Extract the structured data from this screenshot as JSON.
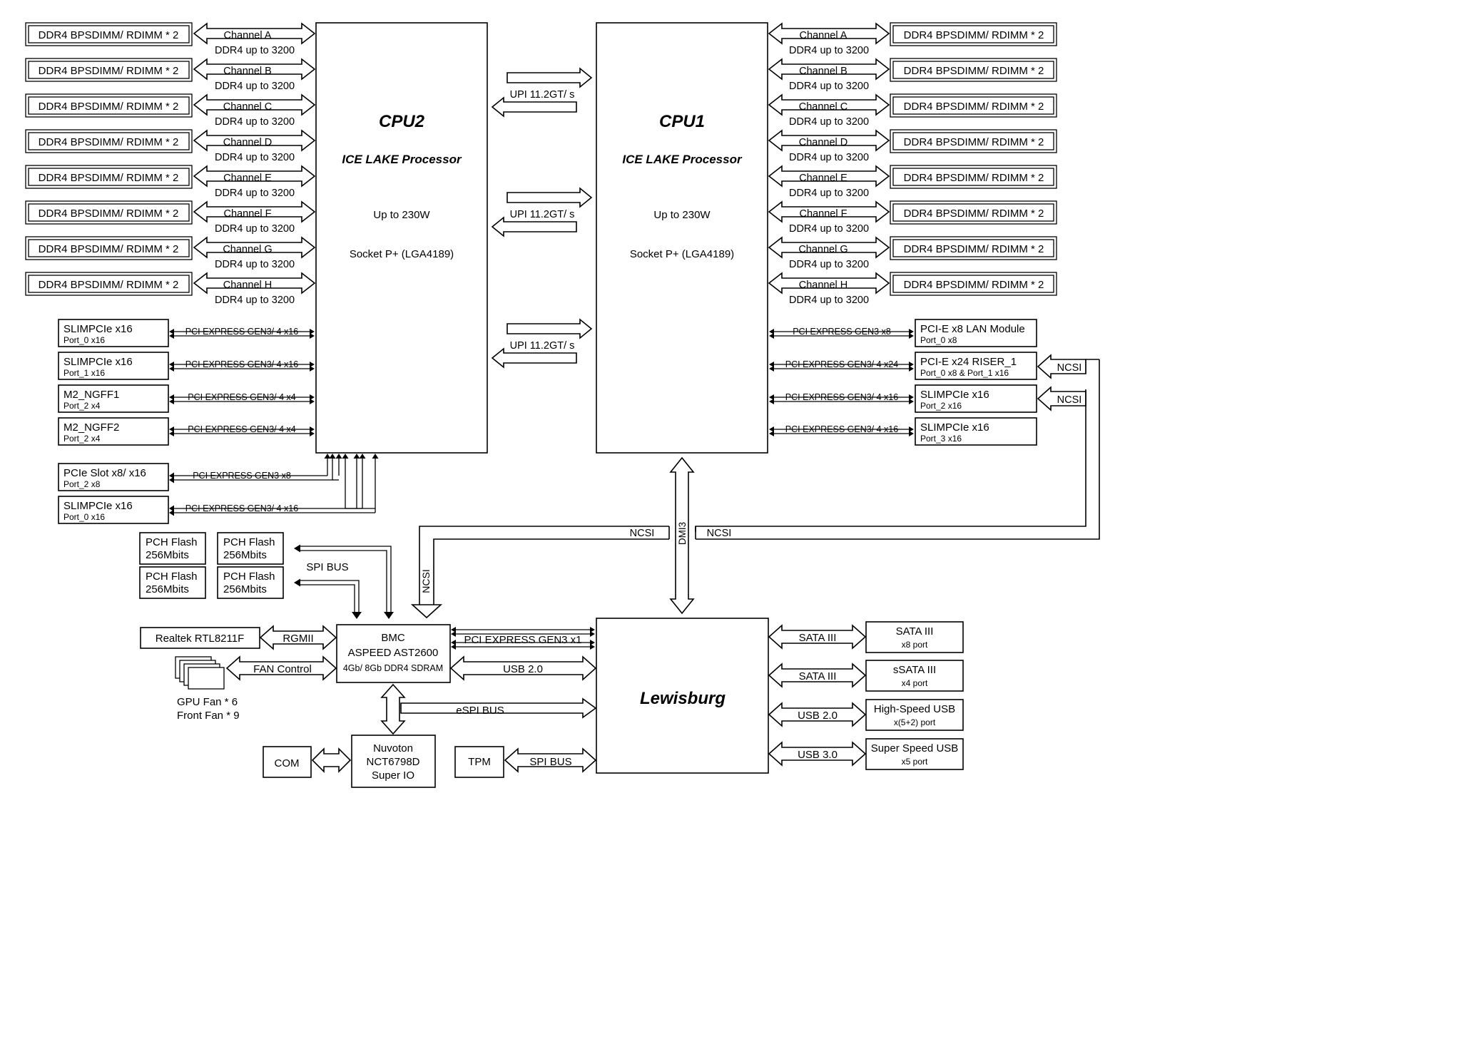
{
  "cpu2": {
    "title": "CPU2",
    "subtitle": "ICE LAKE Processor",
    "power": "Up to 230W",
    "socket": "Socket P+ (LGA4189)",
    "dimm": "DDR4 BPSDIMM/ RDIMM * 2",
    "speed": "DDR4 up to 3200",
    "channels": [
      "Channel A",
      "Channel B",
      "Channel C",
      "Channel D",
      "Channel E",
      "Channel F",
      "Channel G",
      "Channel H"
    ],
    "pcie": [
      {
        "name": "SLIMPCIe x16",
        "port": "Port_0 x16",
        "link": "PCI EXPRESS GEN3/ 4 x16"
      },
      {
        "name": "SLIMPCIe x16",
        "port": "Port_1 x16",
        "link": "PCI EXPRESS GEN3/ 4 x16"
      },
      {
        "name": "M2_NGFF1",
        "port": "Port_2 x4",
        "link": "PCI EXPRESS GEN3/ 4 x4"
      },
      {
        "name": "M2_NGFF2",
        "port": "Port_2 x4",
        "link": "PCI EXPRESS GEN3/ 4 x4"
      },
      {
        "name": "PCIe Slot x8/ x16",
        "port": "Port_2 x8",
        "link": "PCI EXPRESS GEN3 x8"
      },
      {
        "name": "SLIMPCIe x16",
        "port": "Port_0 x16",
        "link": "PCI EXPRESS GEN3/ 4 x16"
      }
    ]
  },
  "cpu1": {
    "title": "CPU1",
    "subtitle": "ICE LAKE Processor",
    "power": "Up to 230W",
    "socket": "Socket P+ (LGA4189)",
    "dimm": "DDR4 BPSDIMM/ RDIMM * 2",
    "speed": "DDR4 up to 3200",
    "channels": [
      "Channel A",
      "Channel B",
      "Channel C",
      "Channel D",
      "Channel E",
      "Channel F",
      "Channel G",
      "Channel H"
    ],
    "pcie": [
      {
        "name": "PCI-E x8 LAN Module",
        "port": "Port_0 x8",
        "link": "PCI EXPRESS GEN3 x8"
      },
      {
        "name": "PCI-E x24 RISER_1",
        "port": "Port_0 x8 & Port_1 x16",
        "link": "PCI EXPRESS GEN3/ 4 x24"
      },
      {
        "name": "SLIMPCIe x16",
        "port": "Port_2 x16",
        "link": "PCI EXPRESS GEN3/ 4 x16"
      },
      {
        "name": "SLIMPCIe x16",
        "port": "Port_3 x16",
        "link": "PCI EXPRESS GEN3/ 4 x16"
      }
    ]
  },
  "upi": [
    "UPI 11.2GT/ s",
    "UPI 11.2GT/ s",
    "UPI 11.2GT/ s"
  ],
  "ncsi": [
    "NCSI",
    "NCSI",
    "NCSI",
    "NCSI",
    "NCSI"
  ],
  "dmi": "DMI3",
  "flash": {
    "items": [
      {
        "l1": "PCH Flash",
        "l2": "256Mbits"
      },
      {
        "l1": "PCH Flash",
        "l2": "256Mbits"
      },
      {
        "l1": "PCH Flash",
        "l2": "256Mbits"
      },
      {
        "l1": "PCH Flash",
        "l2": "256Mbits"
      }
    ],
    "bus": "SPI BUS"
  },
  "bmc": {
    "l1": "BMC",
    "l2": "ASPEED AST2600",
    "l3": "4Gb/ 8Gb DDR4 SDRAM",
    "pcie": "PCI EXPRESS GEN3 x1",
    "usb": "USB 2.0",
    "espi": "eSPI BUS"
  },
  "realtek": {
    "label": "Realtek RTL8211F",
    "link": "RGMII"
  },
  "fan": {
    "link": "FAN Control",
    "l1": "GPU Fan * 6",
    "l2": "Front Fan * 9"
  },
  "superio": {
    "l1": "Nuvoton",
    "l2": "NCT6798D",
    "l3": "Super IO"
  },
  "com": "COM",
  "tpm": {
    "label": "TPM",
    "link": "SPI BUS"
  },
  "pch": {
    "title": "Lewisburg",
    "ports": [
      {
        "link": "SATA III",
        "name": "SATA III",
        "sub": "x8 port"
      },
      {
        "link": "SATA III",
        "name": "sSATA III",
        "sub": "x4 port"
      },
      {
        "link": "USB 2.0",
        "name": "High-Speed USB",
        "sub": "x(5+2) port"
      },
      {
        "link": "USB 3.0",
        "name": "Super Speed USB",
        "sub": "x5 port"
      }
    ]
  }
}
